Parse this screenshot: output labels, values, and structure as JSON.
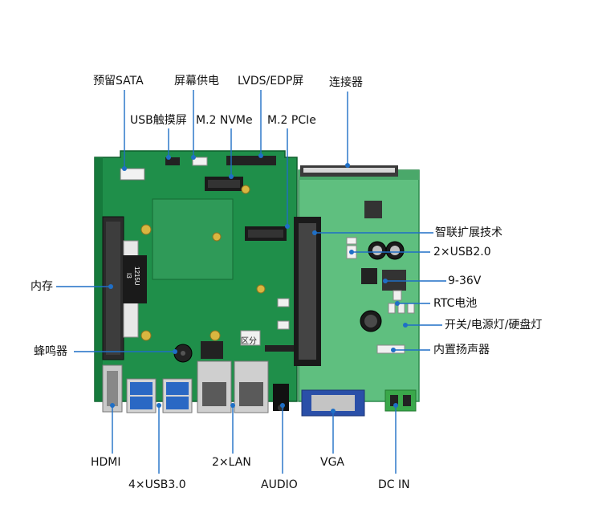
{
  "labels": {
    "sata": "预留SATA",
    "screen_power": "屏幕供电",
    "lvds_edp": "LVDS/EDP屏",
    "connector": "连接器",
    "usb_touch": "USB触摸屏",
    "m2_nvme": "M.2 NVMe",
    "m2_pcie": "M.2 PCIe",
    "smart_expansion": "智联扩展技术",
    "usb20": "2×USB2.0",
    "voltage": "9-36V",
    "rtc": "RTC电池",
    "switch_leds": "开关/电源灯/硬盘灯",
    "speaker": "内置扬声器",
    "memory": "内存",
    "buzzer": "蜂鸣器",
    "hdmi": "HDMI",
    "usb30": "4×USB3.0",
    "lan": "2×LAN",
    "audio": "AUDIO",
    "vga": "VGA",
    "dc_in": "DC IN"
  },
  "board_silkscreen": {
    "chip_mark_1": "I3",
    "chip_mark_2": "1215U",
    "tag": "区分"
  },
  "colors": {
    "pcb_green": "#1f8f4a",
    "pcb_dark": "#167a3c",
    "pcb_light": "#5fbf7f",
    "callout_blue": "#1f6fc6",
    "vga_blue": "#2a4fa8",
    "terminal_green": "#3aa84a"
  }
}
